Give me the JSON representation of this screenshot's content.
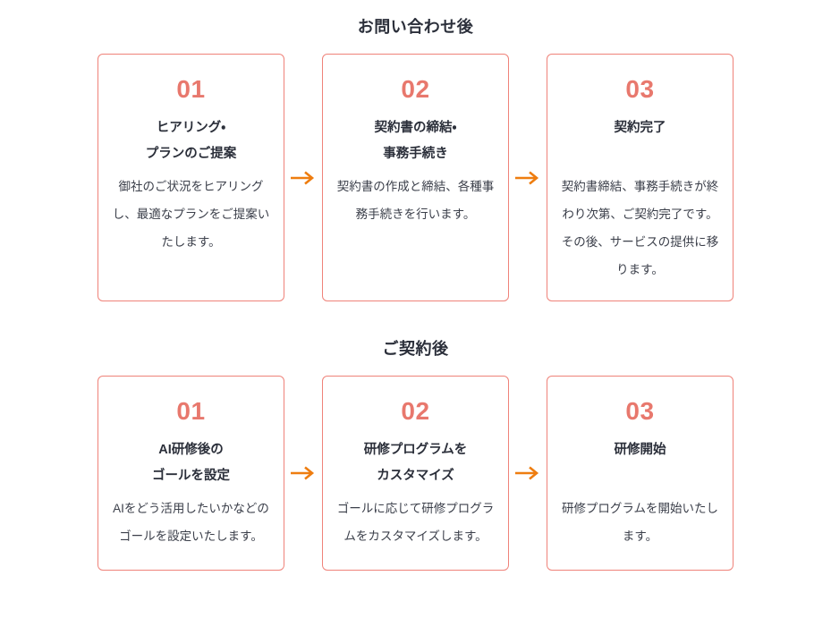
{
  "accent": {
    "card_border": "#ef8279",
    "number": "#e8786d",
    "arrow": "#ee7d10",
    "heading": "#2b2f3a",
    "body": "#3b3f4a",
    "background": "#ffffff"
  },
  "sections": [
    {
      "title": "お問い合わせ後",
      "cards": [
        {
          "number": "01",
          "title_line1": "ヒアリング・",
          "title_line2": "プランのご提案",
          "body": "御社のご状況をヒアリングし、最適なプランをご提案いたします。"
        },
        {
          "number": "02",
          "title_line1": "契約書の締結・",
          "title_line2": "事務手続き",
          "body": "契約書の作成と締結、各種事務手続きを行います。"
        },
        {
          "number": "03",
          "title_line1": "契約完了",
          "title_line2": "",
          "body": "契約書締結、事務手続きが終わり次第、ご契約完了です。その後、サービスの提供に移ります。"
        }
      ],
      "arrows": [
        "arrow-right-icon",
        "arrow-right-icon"
      ]
    },
    {
      "title": "ご契約後",
      "cards": [
        {
          "number": "01",
          "title_line1": "AI研修後の",
          "title_line2": "ゴールを設定",
          "body": "AIをどう活用したいかなどのゴールを設定いたします。"
        },
        {
          "number": "02",
          "title_line1": "研修プログラムを",
          "title_line2": "カスタマイズ",
          "body": "ゴールに応じて研修プログラムをカスタマイズします。"
        },
        {
          "number": "03",
          "title_line1": "研修開始",
          "title_line2": "",
          "body": "研修プログラムを開始いたします。"
        }
      ],
      "arrows": [
        "arrow-right-icon",
        "arrow-right-icon"
      ]
    }
  ]
}
